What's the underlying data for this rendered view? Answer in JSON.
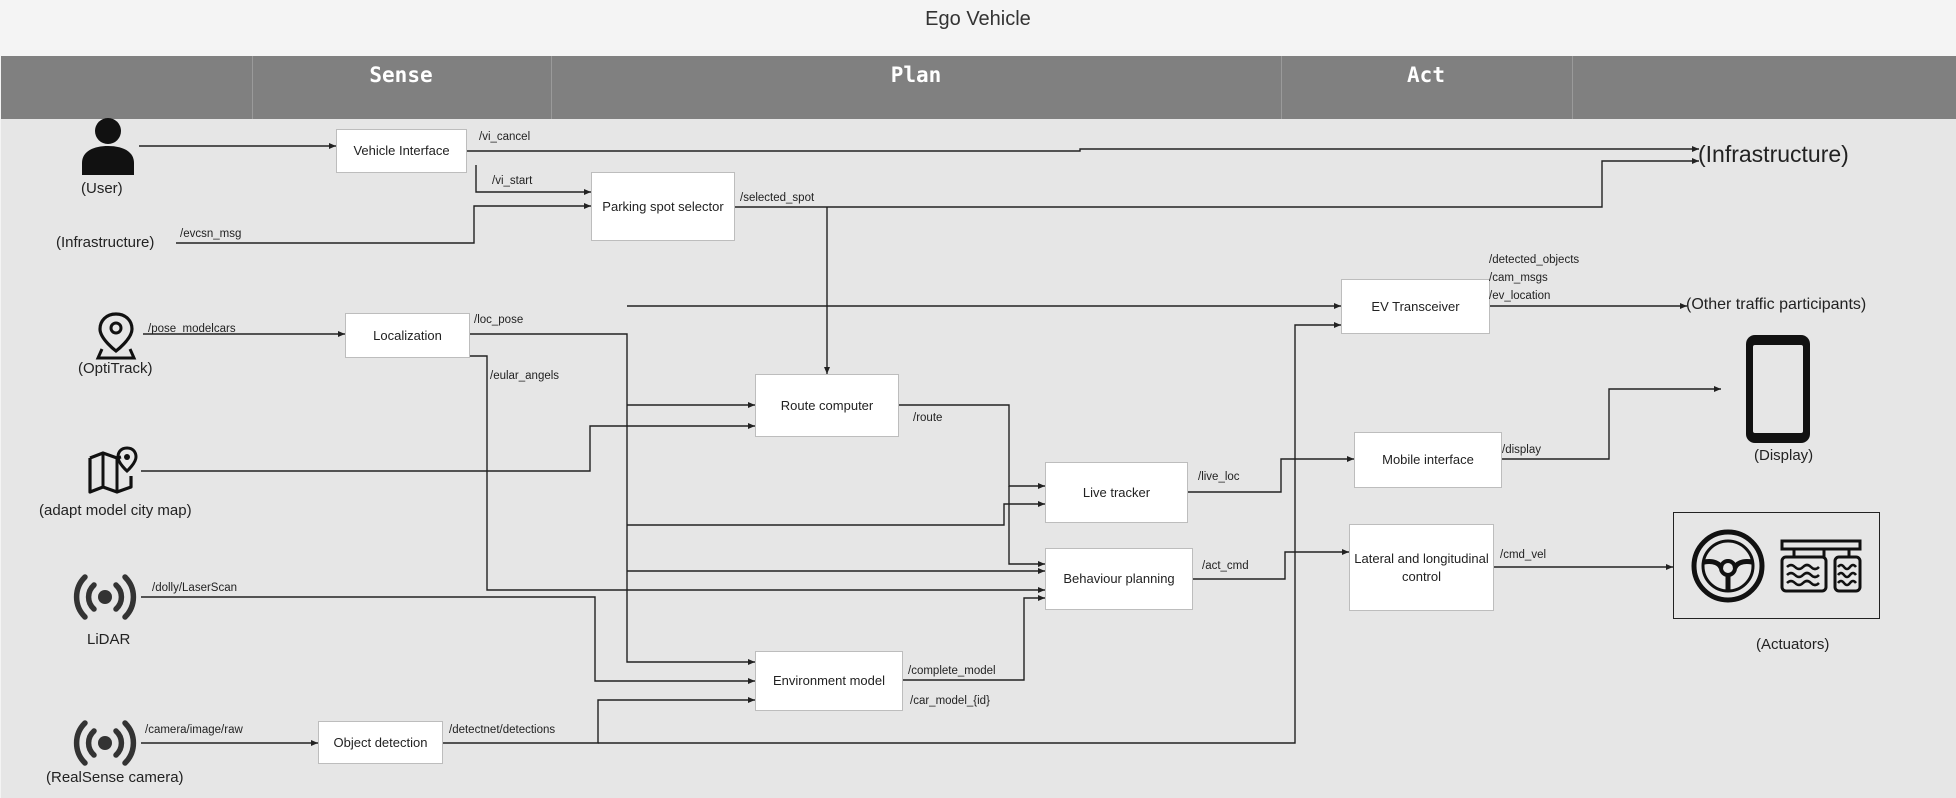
{
  "title": "Ego Vehicle",
  "lanes": [
    "Sense",
    "Plan",
    "Act"
  ],
  "nodes": {
    "vehicle_interface": "Vehicle Interface",
    "parking_spot_selector": "Parking spot selector",
    "localization": "Localization",
    "route_computer": "Route computer",
    "live_tracker": "Live tracker",
    "behaviour_planning": "Behaviour planning",
    "environment_model": "Environment model",
    "object_detection": "Object detection",
    "ev_transceiver": "EV Transceiver",
    "mobile_interface": "Mobile interface",
    "lateral_longitudinal_control": "Lateral and longitudinal control"
  },
  "externals": {
    "user": "(User)",
    "infrastructure_in": "(Infrastructure)",
    "optitrack": "(OptiTrack)",
    "city_map": "(adapt model city map)",
    "lidar": "LiDAR",
    "realsense": "(RealSense camera)",
    "infrastructure_out": "(Infrastructure)",
    "other_traffic": "(Other traffic participants)",
    "display": "(Display)",
    "actuators": "(Actuators)"
  },
  "topics": {
    "vi_cancel": "/vi_cancel",
    "vi_start": "/vi_start",
    "evcsn_msg": "/evcsn_msg",
    "selected_spot": "/selected_spot",
    "pose_modelcars": "/pose_modelcars",
    "loc_pose": "/loc_pose",
    "eular_angels": "/eular_angels",
    "route": "/route",
    "live_loc": "/live_loc",
    "act_cmd": "/act_cmd",
    "dolly_laserscan": "/dolly/LaserScan",
    "complete_model": "/complete_model",
    "car_model_id": "/car_model_{id}",
    "camera_image_raw": "/camera/image/raw",
    "detectnet_detections": "/detectnet/detections",
    "detected_objects": "/detected_objects",
    "cam_msgs": "/cam_msgs",
    "ev_location": "/ev_location",
    "display": "/display",
    "cmd_vel": "/cmd_vel"
  },
  "icons": {
    "user": "person-icon",
    "optitrack": "location-pin-icon",
    "city_map": "map-pin-icon",
    "lidar": "sensor-broadcast-icon",
    "realsense": "sensor-broadcast-icon",
    "display": "smartphone-icon",
    "actuators": "steering-wheel-pedals-icon"
  }
}
